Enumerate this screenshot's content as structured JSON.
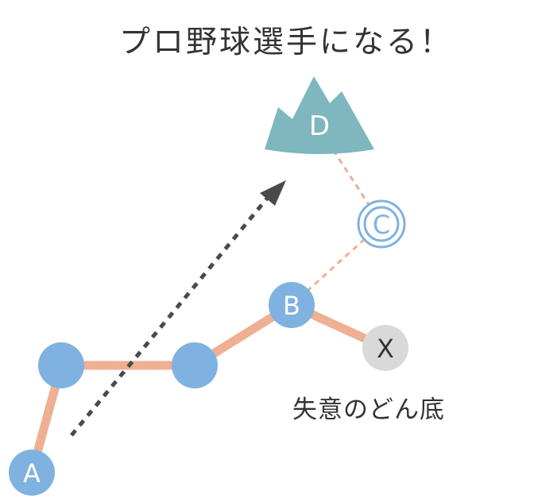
{
  "title": "プロ野球選手になる！",
  "nodes": {
    "a": "A",
    "b": "B",
    "c": "C",
    "d": "D",
    "x": "X"
  },
  "bottom_label": "失意のどん底",
  "colors": {
    "node_blue": "#7fb2e0",
    "node_gray": "#d9d9d9",
    "path_orange": "#eeaf93",
    "mountain_teal": "#7eb7bd",
    "arrow_dark": "#4a4a4a",
    "text_dark": "#333333"
  }
}
